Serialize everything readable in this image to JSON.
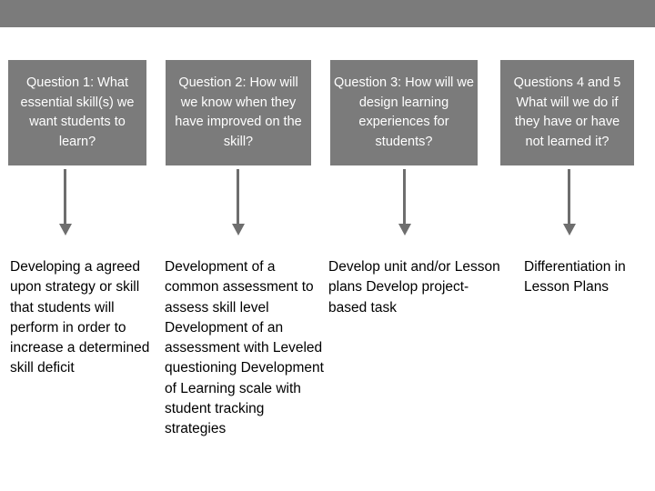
{
  "slide": {
    "background_color": "#ffffff",
    "top_bar": {
      "name": "top-banner",
      "color": "#7b7b7b"
    },
    "box_color": "#7b7b7b",
    "box_text_color": "#ffffff",
    "arrow_color": "#6e6e6e",
    "body_text_color": "#000000"
  },
  "question_boxes": [
    {
      "id": 1,
      "text": "Question 1: What essential skill(s) we want students to learn?"
    },
    {
      "id": 2,
      "text": "Question 2: How will we know when they have improved on the skill?"
    },
    {
      "id": 3,
      "text": "Question 3: How will we design learning experiences for students?"
    },
    {
      "id": 4,
      "text": "Questions 4 and 5 What will we do if they have or have not learned it?"
    }
  ],
  "arrows": [
    {
      "id": 1,
      "direction": "down"
    },
    {
      "id": 2,
      "direction": "down"
    },
    {
      "id": 3,
      "direction": "down"
    },
    {
      "id": 4,
      "direction": "down"
    }
  ],
  "answer_columns": [
    {
      "id": 1,
      "text": "Developing a agreed upon strategy or skill that students will perform in order to increase a determined skill deficit"
    },
    {
      "id": 2,
      "text": "Development of a common assessment to assess skill level Development of an assessment with Leveled questioning Development of Learning scale with student tracking strategies"
    },
    {
      "id": 3,
      "text": "Develop unit and/or Lesson plans Develop project-based task"
    },
    {
      "id": 4,
      "text": "Differentiation in Lesson Plans"
    }
  ]
}
